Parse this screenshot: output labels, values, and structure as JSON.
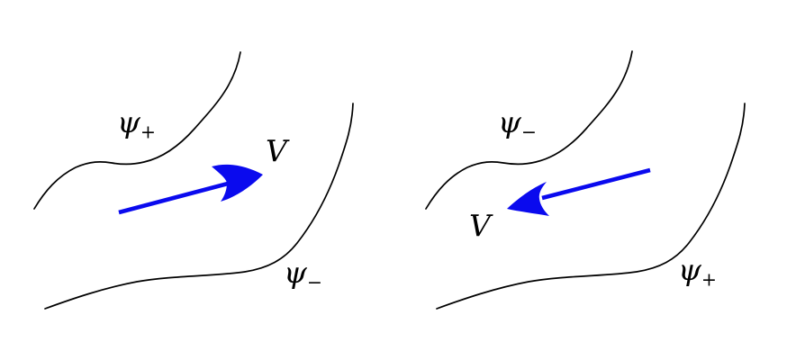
{
  "figure": {
    "background_color": "#ffffff",
    "curve_color": "#000000",
    "arrow_color": "#0a0aee",
    "panels": [
      {
        "side": "left",
        "top_label": {
          "base": "ψ",
          "sub": "+"
        },
        "bottom_label": {
          "base": "ψ",
          "sub": "−"
        },
        "arrow_label": "V",
        "arrow_direction": "right"
      },
      {
        "side": "right",
        "top_label": {
          "base": "ψ",
          "sub": "−"
        },
        "bottom_label": {
          "base": "ψ",
          "sub": "+"
        },
        "arrow_label": "V",
        "arrow_direction": "left"
      }
    ]
  }
}
